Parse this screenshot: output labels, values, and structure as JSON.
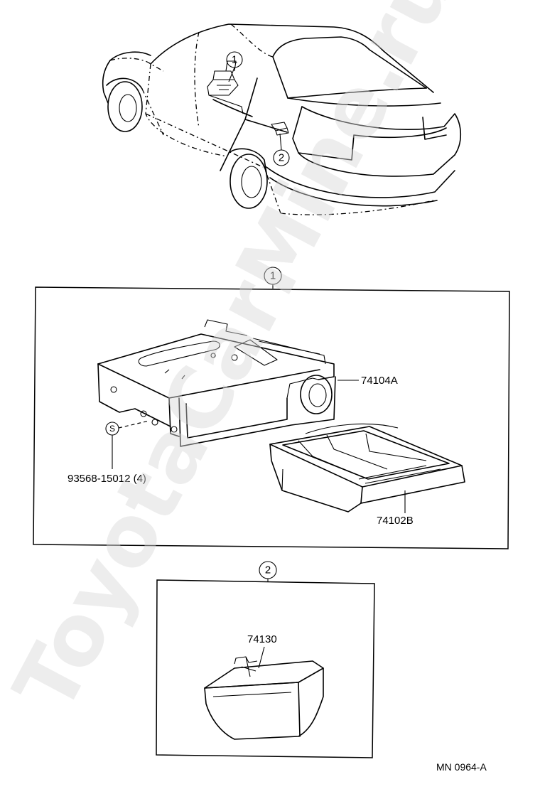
{
  "watermark": "ToyotaCarMine.ru",
  "callouts": {
    "ref1_car": "1",
    "ref2_car": "2",
    "ref1_section": "1",
    "ref2_section": "2",
    "screw_symbol": "S"
  },
  "parts": {
    "bracket": "74104A",
    "box": "74102B",
    "screw": "93568-15012 (4)",
    "console_box": "74130"
  },
  "figure_code": "MN 0964-A"
}
